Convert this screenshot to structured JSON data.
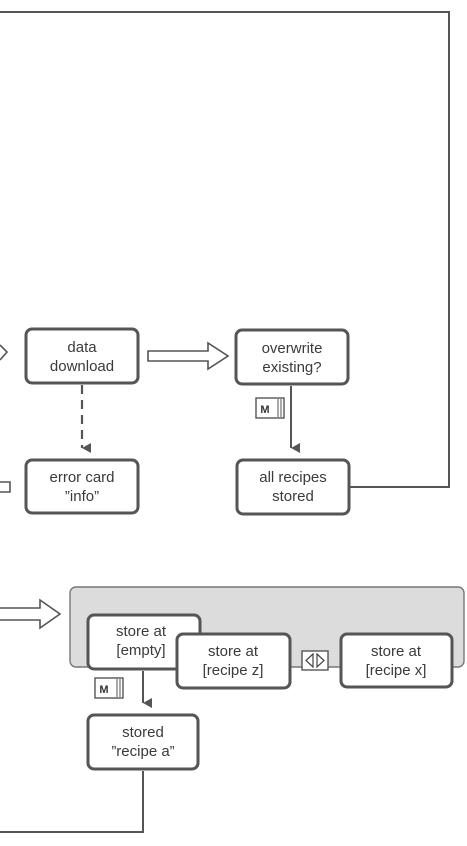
{
  "diagram": {
    "boxes": {
      "data_download": [
        "data",
        "download"
      ],
      "overwrite_existing": [
        "overwrite",
        "existing?"
      ],
      "error_card": [
        "error card",
        "”info”"
      ],
      "all_recipes_stored": [
        "all recipes",
        "stored"
      ],
      "store_at_empty": [
        "store at",
        "[empty]"
      ],
      "store_at_recipe_z": [
        "store at",
        "[recipe z]"
      ],
      "store_at_recipe_x": [
        "store at",
        "[recipe x]"
      ],
      "stored_recipe_a": [
        "stored",
        "”recipe a”"
      ]
    },
    "keys": {
      "m_label": "M",
      "nav_icon": "left-right-arrows-icon"
    }
  }
}
